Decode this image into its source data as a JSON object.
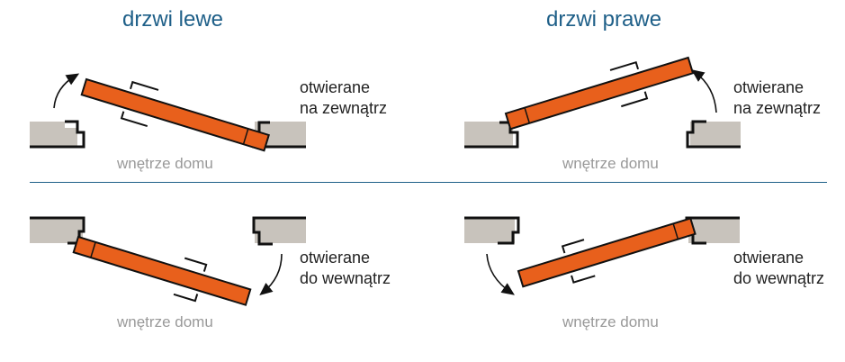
{
  "titles": {
    "left": "drzwi lewe",
    "right": "drzwi prawe"
  },
  "panels": [
    {
      "id": "left-outward",
      "label_line1": "otwierane",
      "label_line2": "na zewnątrz",
      "interior": "wnętrze domu"
    },
    {
      "id": "right-outward",
      "label_line1": "otwierane",
      "label_line2": "na zewnątrz",
      "interior": "wnętrze domu"
    },
    {
      "id": "left-inward",
      "label_line1": "otwierane",
      "label_line2": "do wewnątrz",
      "interior": "wnętrze domu"
    },
    {
      "id": "right-inward",
      "label_line1": "otwierane",
      "label_line2": "do wewnątrz",
      "interior": "wnętrze domu"
    }
  ],
  "colors": {
    "title": "#1e5f88",
    "door": "#e8601c",
    "wall": "#c8c3bc",
    "interior_text": "#999999",
    "divider": "#1e5f88"
  }
}
